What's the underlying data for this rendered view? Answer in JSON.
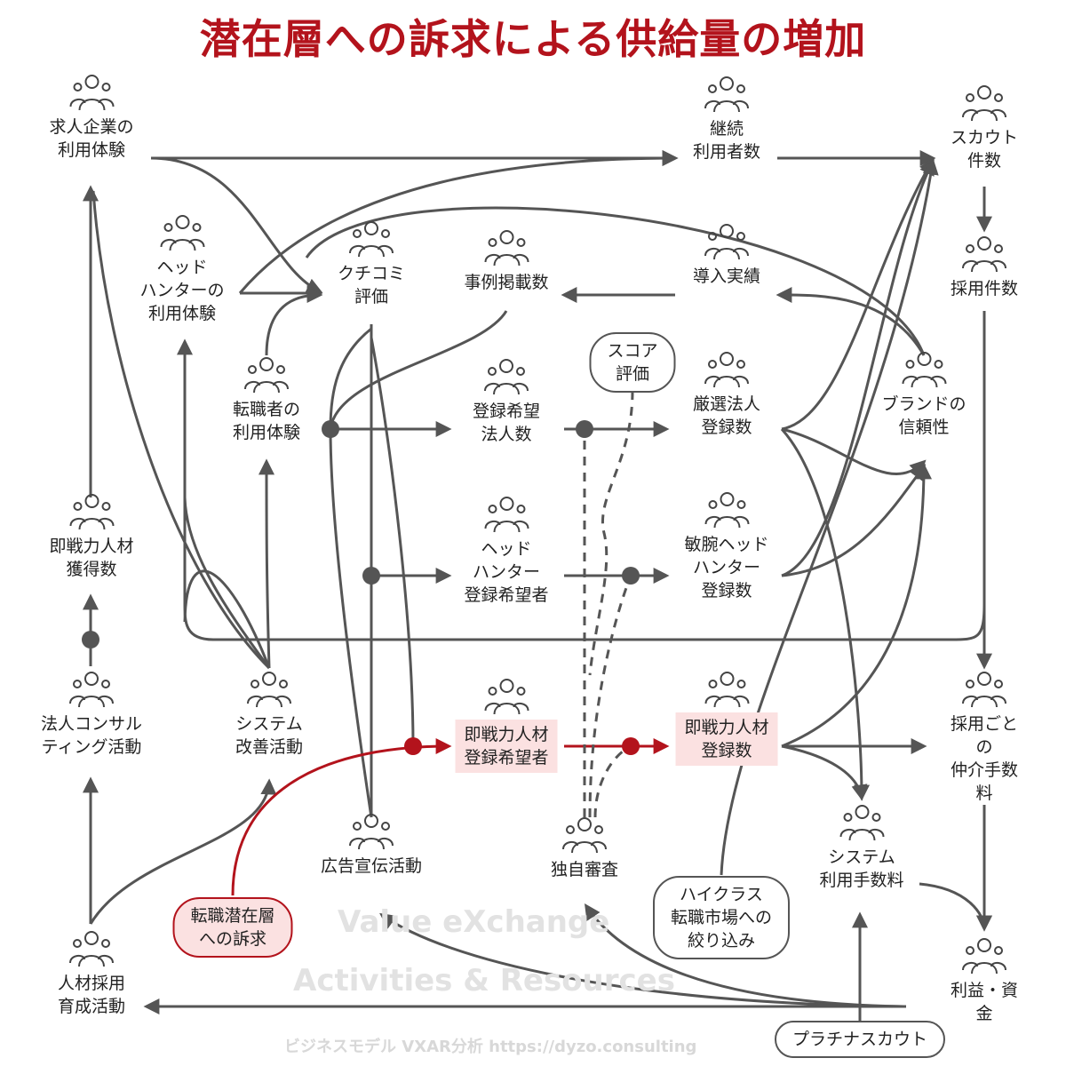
{
  "title": "潜在層への訴求による供給量の増加",
  "watermark": {
    "line1": "Value eXchange",
    "line2": "Activities & Resources"
  },
  "footer": "ビジネスモデル VXAR分析 https://dyzo.consulting",
  "colors": {
    "accent": "#b3131c",
    "line": "#555555",
    "highlight_bg": "#fbe1e1"
  },
  "nodes": {
    "kyujin_kigyo": "求人企業の\n利用体験",
    "headhunter_taiken": "ヘッド\nハンターの\n利用体験",
    "tenshokusha_taiken": "転職者の\n利用体験",
    "sokusenryoku_kakutoku": "即戦力人材\n獲得数",
    "houjin_consulting": "法人コンサル\nティング活動",
    "system_kaizen": "システム\n改善活動",
    "jinzai_saiyo": "人材採用\n育成活動",
    "kuchikomi": "クチコミ\n評価",
    "jirei": "事例掲載数",
    "touroku_houjin": "登録希望\n法人数",
    "hh_kibousha": "ヘッド\nハンター\n登録希望者",
    "sokusen_kibousha": "即戦力人材\n登録希望者",
    "koukoku": "広告宣伝活動",
    "dokuji_shinsa": "独自審査",
    "keizoku": "継続\n利用者数",
    "dounyu": "導入実績",
    "gensen_houjin": "厳選法人\n登録数",
    "binwan_hh": "敏腕ヘッド\nハンター\n登録数",
    "sokusen_touroku": "即戦力人材\n登録数",
    "scout": "スカウト\n件数",
    "saiyo": "採用件数",
    "brand": "ブランドの\n信頼性",
    "chukai": "採用ごとの\n仲介手数料",
    "system_fee": "システム\n利用手数料",
    "rieki": "利益・資金"
  },
  "bubbles": {
    "score": "スコア\n評価",
    "highclass": "ハイクラス\n転職市場への\n絞り込み",
    "senzai": "転職潜在層\nへの訴求",
    "platinum": "プラチナスカウト"
  }
}
